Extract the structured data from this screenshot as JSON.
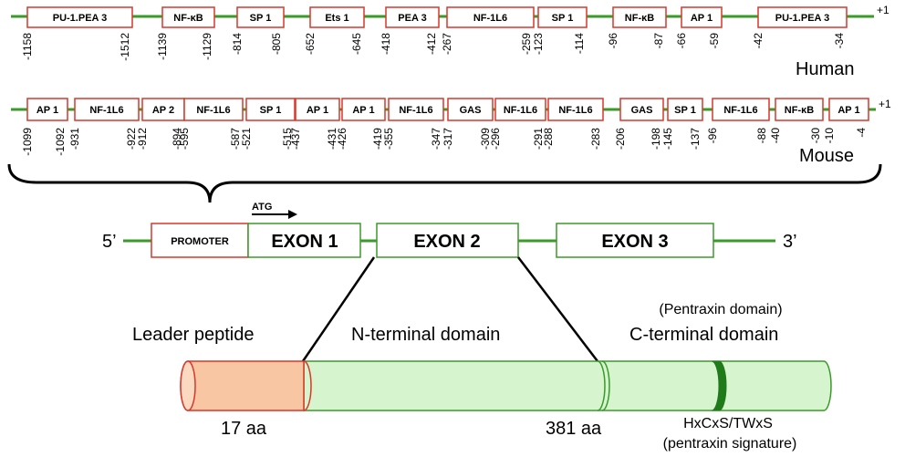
{
  "colors": {
    "line": "#3a9a2a",
    "box_border": "#d9372b",
    "exon_border": "#3a9a2a",
    "leader_fill": "#f8c6a2",
    "domain_fill": "#d6f5cf",
    "signature": "#1f7a1a"
  },
  "human": {
    "species": "Human",
    "end_label": "+1",
    "boxes": [
      {
        "label": "PU-1.PEA 3",
        "left": "-1158",
        "right": "-1512"
      },
      {
        "label": "NF-κB",
        "left": "-1139",
        "right": "-1129"
      },
      {
        "label": "SP 1",
        "left": "-814",
        "right": "-805"
      },
      {
        "label": "Ets 1",
        "left": "-652",
        "right": "-645"
      },
      {
        "label": "PEA 3",
        "left": "-418",
        "right": "-412"
      },
      {
        "label": "NF-1L6",
        "left": "-267",
        "right": "-259"
      },
      {
        "label": "SP 1",
        "left": "-123",
        "right": "-114"
      },
      {
        "label": "NF-κB",
        "left": "-96",
        "right": "-87"
      },
      {
        "label": "AP 1",
        "left": "-66",
        "right": "-59"
      },
      {
        "label": "PU-1.PEA 3",
        "left": "-42",
        "right": "-34"
      }
    ]
  },
  "mouse": {
    "species": "Mouse",
    "end_label": "+1",
    "boxes": [
      {
        "label": "AP 1",
        "left": "-1099",
        "right": "-1092"
      },
      {
        "label": "NF-1L6",
        "left": "-931",
        "right": "-922"
      },
      {
        "label": "AP 2",
        "left": "-912",
        "right": "-894"
      },
      {
        "label": "NF-1L6",
        "left": "-595",
        "right": "-587"
      },
      {
        "label": "SP 1",
        "left": "-521",
        "right": "-515"
      },
      {
        "label": "AP 1",
        "left": "-437",
        "right": "-431"
      },
      {
        "label": "AP 1",
        "left": "-426",
        "right": "-419"
      },
      {
        "label": "NF-1L6",
        "left": "-355",
        "right": "-347"
      },
      {
        "label": "GAS",
        "left": "-317",
        "right": "-309"
      },
      {
        "label": "NF-1L6",
        "left": "-296",
        "right": "-291"
      },
      {
        "label": "NF-1L6",
        "left": "-288",
        "right": "-283"
      },
      {
        "label": "GAS",
        "left": "-206",
        "right": "-198"
      },
      {
        "label": "SP 1",
        "left": "-145",
        "right": "-137"
      },
      {
        "label": "NF-1L6",
        "left": "-96",
        "right": "-88"
      },
      {
        "label": "NF-κB",
        "left": "-40",
        "right": "-30"
      },
      {
        "label": "AP 1",
        "left": "-10",
        "right": "-4"
      }
    ]
  },
  "gene": {
    "five_prime": "5’",
    "three_prime": "3’",
    "promoter": "PROMOTER",
    "atg": "ATG",
    "exons": [
      "EXON 1",
      "EXON 2",
      "EXON 3"
    ]
  },
  "protein": {
    "pentraxin_note": "(Pentraxin domain)",
    "leader": "Leader peptide",
    "n_terminal": "N-terminal domain",
    "c_terminal": "C-terminal domain",
    "aa_start": "17 aa",
    "aa_end": "381 aa",
    "signature_motif": "HxCxS/TWxS",
    "signature_note": "(pentraxin signature)"
  }
}
